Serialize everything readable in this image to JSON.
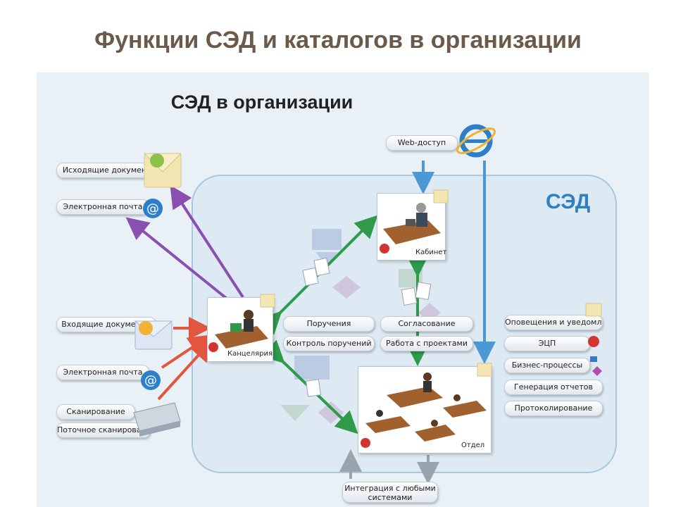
{
  "title": "Функции СЭД и каталогов в организации",
  "diagram": {
    "title": "СЭД в организации",
    "system_label": "СЭД",
    "web_access": "Web-доступ",
    "left_outgoing": [
      "Исходящие документы",
      "Электронная почта"
    ],
    "left_incoming": [
      "Входящие документы",
      "Электронная почта",
      "Сканирование",
      "Поточное сканирование"
    ],
    "nodes": {
      "office": "Канцелярия",
      "cabinet": "Кабинет",
      "department": "Отдел"
    },
    "middle_functions": [
      "Поручения",
      "Контроль поручений",
      "Согласование",
      "Работа с проектами"
    ],
    "right_functions": [
      "Оповещения и уведомления",
      "ЭЦП",
      "Бизнес-процессы",
      "Генерация отчетов",
      "Протоколирование"
    ],
    "integration": "Интеграция с любыми системами",
    "colors": {
      "title": "#6b5a4a",
      "sed_label": "#2f7fc1",
      "outgoing_arrows": "#8a4fb0",
      "incoming_arrows": "#e2553f",
      "internal_arrows": "#2f9a49",
      "web_arrows": "#4a98d6"
    }
  }
}
